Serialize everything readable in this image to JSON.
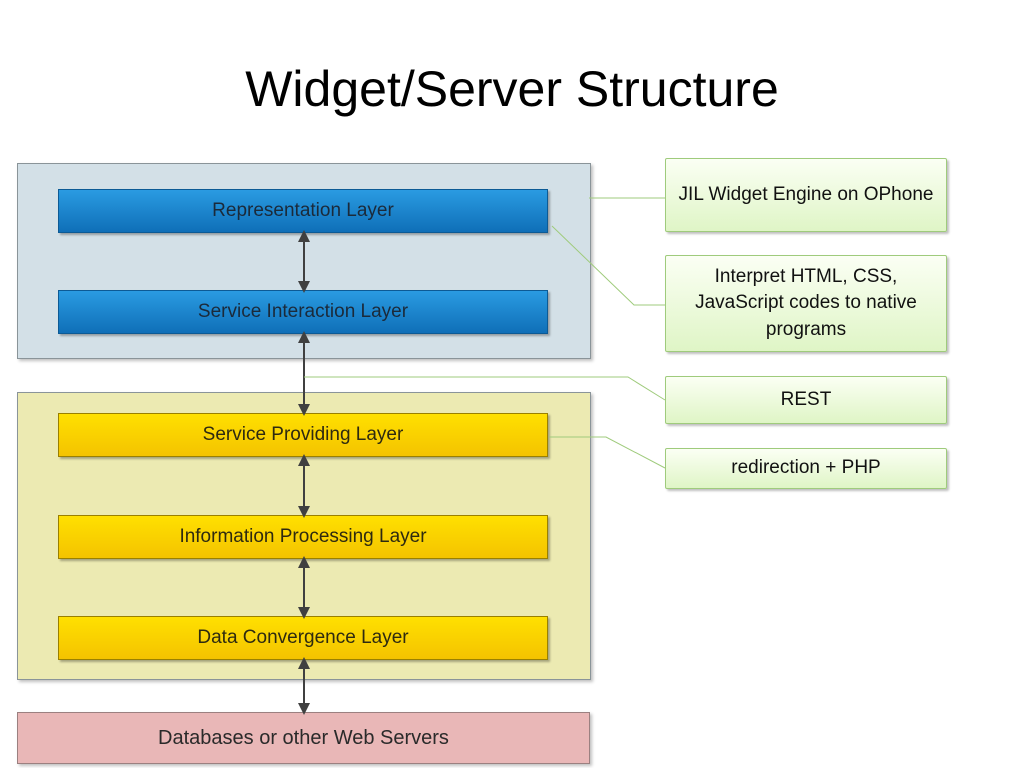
{
  "title": "Widget/Server Structure",
  "layers": {
    "representation": "Representation Layer",
    "service_interaction": "Service Interaction Layer",
    "service_providing": "Service Providing Layer",
    "information_processing": "Information Processing Layer",
    "data_convergence": "Data Convergence Layer",
    "databases": "Databases or other Web Servers"
  },
  "notes": {
    "jil_engine": "JIL Widget Engine on OPhone",
    "interpret": "Interpret HTML, CSS, JavaScript codes to native programs",
    "rest": "REST",
    "redirection": "redirection + PHP"
  },
  "colors": {
    "client_group_bg": "#d3e0e7",
    "server_group_bg": "#eceab2",
    "blue_layer": "#1a84cf",
    "yellow_layer": "#f9d200",
    "database_layer": "#e9b7b7",
    "note_bg": "#e8f8d6",
    "connector_line": "#9fcb7c",
    "arrow": "#404040"
  }
}
